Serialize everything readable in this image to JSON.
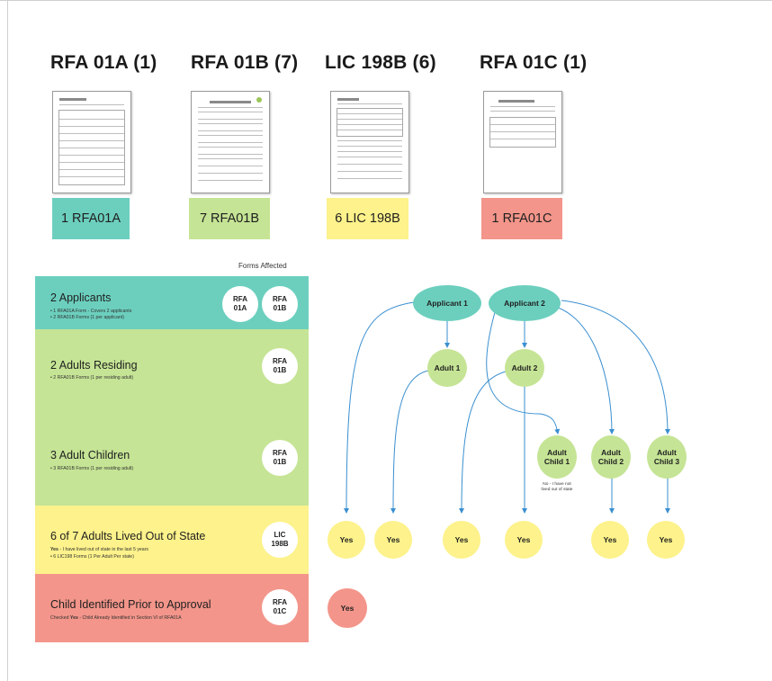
{
  "columns": [
    {
      "title": "RFA 01A (1)",
      "count_label": "1 RFA01A",
      "color": "#6ccfbe"
    },
    {
      "title": "RFA 01B (7)",
      "count_label": "7 RFA01B",
      "color": "#c5e495"
    },
    {
      "title": "LIC 198B (6)",
      "count_label": "6 LIC 198B",
      "color": "#fdf28b"
    },
    {
      "title": "RFA 01C (1)",
      "count_label": "1 RFA01C",
      "color": "#f3958a"
    }
  ],
  "forms_affected_label": "Forms Affected",
  "rows": [
    {
      "title": "2 Applicants",
      "lines": [
        "• 1 RFA01A Form - Covers 2 applicants",
        "• 2 RFA01B Forms (1 per applicant)"
      ],
      "badges": [
        [
          "RFA",
          "01A"
        ],
        [
          "RFA",
          "01B"
        ]
      ],
      "color": "#6ccfbe"
    },
    {
      "title": "2 Adults Residing",
      "lines": [
        "• 2 RFA01B Forms (1 per residing adult)"
      ],
      "badges": [
        [
          "RFA",
          "01B"
        ]
      ],
      "color": "#c5e495"
    },
    {
      "title": "3 Adult Children",
      "lines": [
        "• 3 RFA01B Forms (1 per residing adult)"
      ],
      "badges": [
        [
          "RFA",
          "01B"
        ]
      ],
      "color": "#c5e495"
    },
    {
      "title": "6 of 7 Adults Lived Out of State",
      "lines_rich": [
        {
          "bold": "Yes",
          "text": " - I have lived out of state in the last 5 years"
        }
      ],
      "lines": [
        "• 6 LIC198 Forms (1 Per Adult Per state)"
      ],
      "badges": [
        [
          "LIC",
          "198B"
        ]
      ],
      "color": "#fdf28b"
    },
    {
      "title": "Child Identified Prior to Approval",
      "lines_rich": [
        {
          "bold": "Yes",
          "text": " - Child Already Identified in Section VI of RFA01A"
        }
      ],
      "badge_prefix": "Checked ",
      "badges": [
        [
          "RFA",
          "01C"
        ]
      ],
      "color": "#f3958a"
    }
  ],
  "diagram": {
    "applicants": [
      "Applicant 1",
      "Applicant 2"
    ],
    "adults": [
      "Adult 1",
      "Adult 2"
    ],
    "adult_children": [
      [
        "Adult",
        "Child 1"
      ],
      [
        "Adult",
        "Child 2"
      ],
      [
        "Adult",
        "Child 3"
      ]
    ],
    "child1_note": [
      "No - I have not",
      "lived out of state"
    ],
    "yes_label": "Yes",
    "red_yes_label": "Yes"
  }
}
